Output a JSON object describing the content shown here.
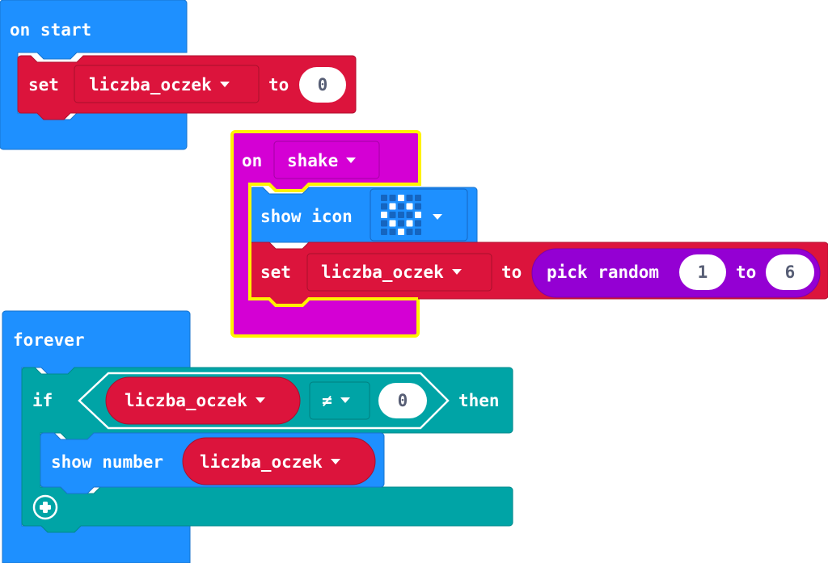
{
  "colors": {
    "events_blue": "#1E90FF",
    "variables_red": "#DC143C",
    "input_magenta": "#D400D4",
    "math_purple": "#9400D3",
    "logic_teal": "#00A4A6",
    "selection_yellow": "#FFF200",
    "number_text": "#575E75"
  },
  "on_start": {
    "label": "on start",
    "set_block": {
      "label": "set",
      "variable": "liczba_oczek",
      "to_label": "to",
      "value": "0"
    }
  },
  "on_shake": {
    "on_label": "on",
    "gesture": "shake",
    "selected": true,
    "show_icon": {
      "label": "show icon",
      "icon_grid": [
        [
          0,
          0,
          1,
          0,
          0
        ],
        [
          0,
          1,
          0,
          1,
          0
        ],
        [
          1,
          0,
          0,
          0,
          1
        ],
        [
          0,
          1,
          0,
          1,
          0
        ],
        [
          0,
          0,
          1,
          0,
          0
        ]
      ]
    },
    "set_block": {
      "label": "set",
      "variable": "liczba_oczek",
      "to_label": "to",
      "pick_random": {
        "label": "pick random",
        "from": "1",
        "to_label": "to",
        "to": "6"
      }
    }
  },
  "forever": {
    "label": "forever",
    "if_block": {
      "if_label": "if",
      "condition": {
        "variable": "liczba_oczek",
        "operator": "≠",
        "value": "0"
      },
      "then_label": "then",
      "show_number": {
        "label": "show number",
        "variable": "liczba_oczek"
      },
      "add_branch_icon": "plus-circle-icon"
    }
  }
}
